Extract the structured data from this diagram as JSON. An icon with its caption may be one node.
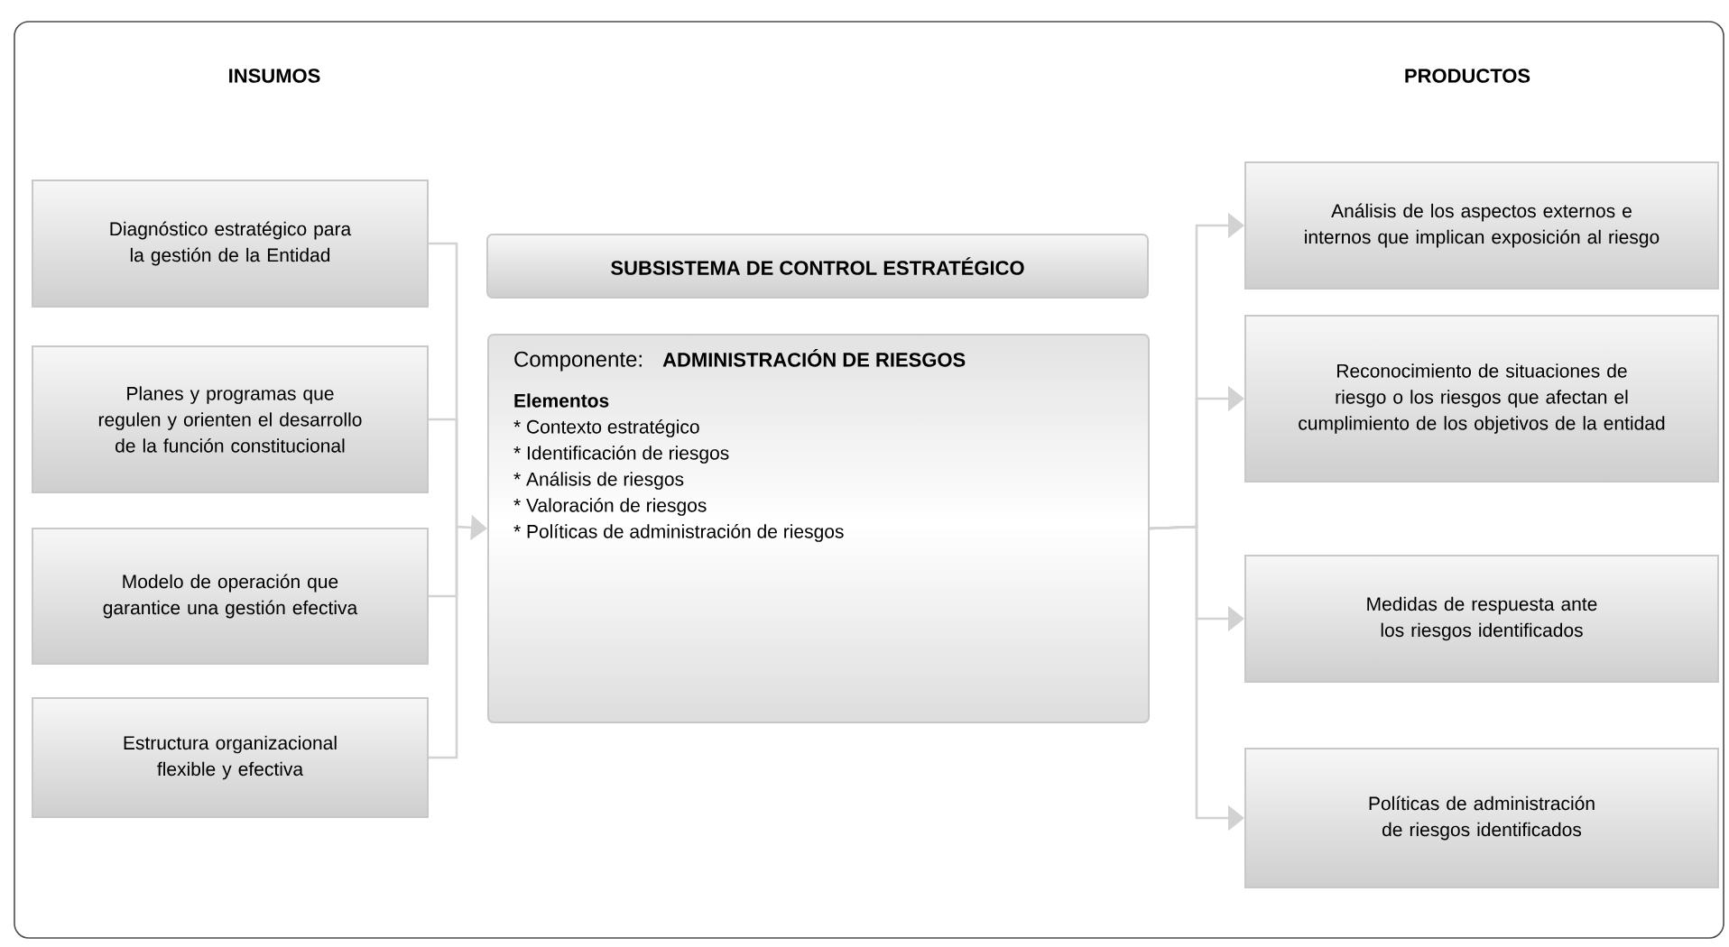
{
  "diagram": {
    "nodes": [
      {
        "text": [
          "Diagnóstico estratégico para la gestión de la Entidad"
        ]
      },
      {
        "text": [
          "Planes y programas que regulen y orienten el desarrollo de la función constitucional"
        ]
      },
      {
        "text": [
          "Modelo de operación que garantice una gestión efectiva"
        ]
      },
      {
        "text": [
          "Estructura organizacional flexible y efectiva"
        ]
      },
      {
        "text": [
          "SUBSISTEMA DE CONTROL ESTRATÉGICO"
        ]
      },
      {
        "text": [
          "Componente:",
          "ADMINISTRACIÓN DE RIESGOS",
          "Elementos",
          "* Contexto estratégico",
          "* Identificación de riesgos",
          "* Análisis de riesgos",
          "* Valoración de riesgos",
          "* Políticas de administración de riesgos"
        ]
      },
      {
        "text": [
          "Análisis de los aspectos externos e internos que implican exposición al riesgo"
        ]
      },
      {
        "text": [
          "Reconocimiento de situaciones de riesgo o los riesgos que afectan el cumplimiento de los objetivos de la entidad"
        ]
      },
      {
        "text": [
          "Medidas de respuesta ante los riesgos identificados"
        ]
      },
      {
        "text": [
          "Políticas de administración de riesgos identificados"
        ]
      }
    ],
    "edges": [
      {
        "from": 0,
        "to": 5,
        "arrow": "to"
      },
      {
        "from": 1,
        "to": 5,
        "arrow": "to"
      },
      {
        "from": 2,
        "to": 5,
        "arrow": "to"
      },
      {
        "from": 3,
        "to": 5,
        "arrow": "to"
      },
      {
        "from": 5,
        "to": 6,
        "arrow": "to"
      },
      {
        "from": 5,
        "to": 7,
        "arrow": "to"
      },
      {
        "from": 5,
        "to": 8,
        "arrow": "to"
      },
      {
        "from": 5,
        "to": 9,
        "arrow": "to"
      }
    ],
    "labels": [
      "INSUMOS",
      "PRODUCTOS"
    ]
  }
}
